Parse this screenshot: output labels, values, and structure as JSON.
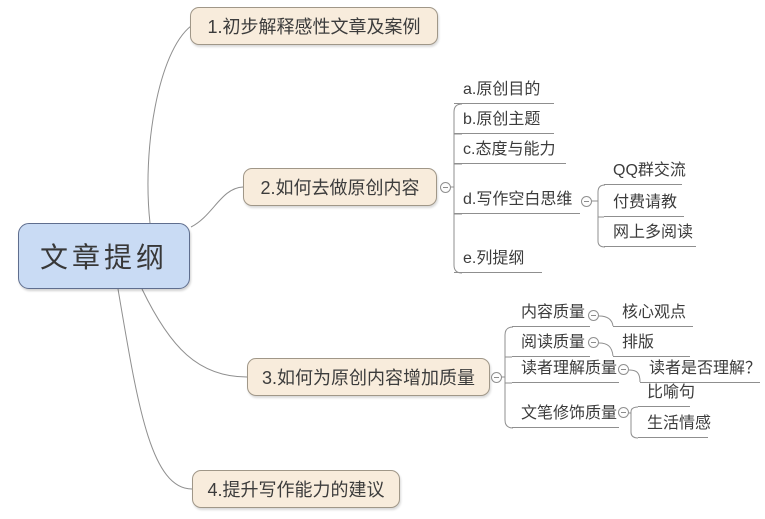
{
  "root": {
    "label": "文章提纲"
  },
  "branches": [
    {
      "label": "1.初步解释感性文章及案例"
    },
    {
      "label": "2.如何去做原创内容",
      "children": [
        {
          "label": "a.原创目的"
        },
        {
          "label": "b.原创主题"
        },
        {
          "label": "c.态度与能力"
        },
        {
          "label": "d.写作空白思维",
          "children": [
            {
              "label": "QQ群交流"
            },
            {
              "label": "付费请教"
            },
            {
              "label": "网上多阅读"
            }
          ]
        },
        {
          "label": "e.列提纲"
        }
      ]
    },
    {
      "label": "3.如何为原创内容增加质量",
      "children": [
        {
          "label": "内容质量",
          "children": [
            {
              "label": "核心观点"
            }
          ]
        },
        {
          "label": "阅读质量",
          "children": [
            {
              "label": "排版"
            }
          ]
        },
        {
          "label": "读者理解质量",
          "children": [
            {
              "label": "读者是否理解？"
            }
          ]
        },
        {
          "label": "文笔修饰质量",
          "children": [
            {
              "label": "比喻句"
            },
            {
              "label": "生活情感"
            }
          ]
        }
      ]
    },
    {
      "label": "4.提升写作能力的建议"
    }
  ],
  "colors": {
    "root_fill": "#c9dbf4",
    "root_border": "#5f6e8e",
    "branch_fill": "#f8ecdc",
    "branch_border": "#a09788",
    "connector": "#8f8f8f",
    "text": "#3c3c3c"
  },
  "toggle": {
    "state": "expanded",
    "symbol": "−"
  }
}
